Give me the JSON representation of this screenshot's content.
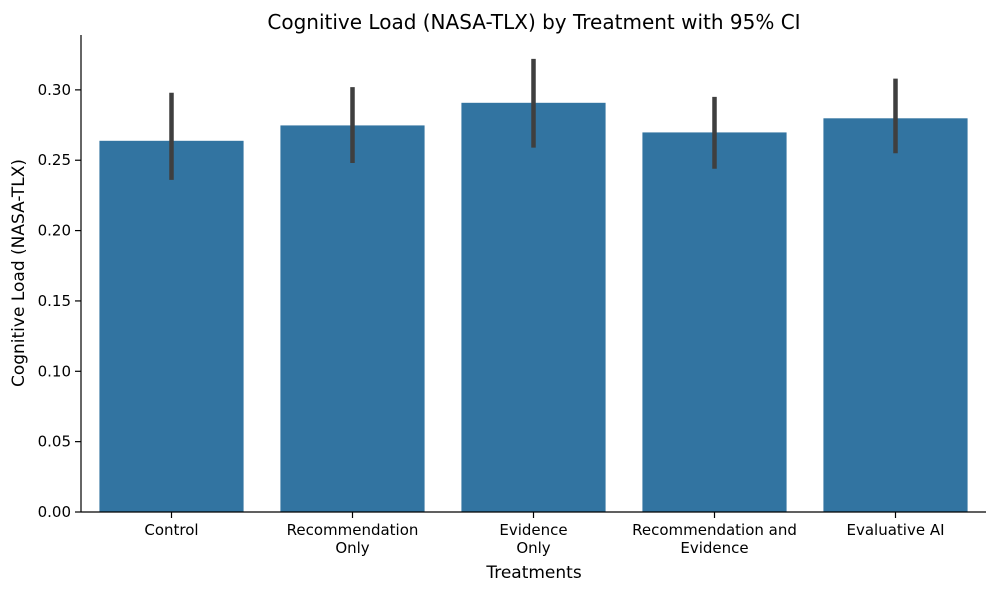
{
  "chart_data": {
    "type": "bar",
    "title": "Cognitive Load (NASA-TLX) by Treatment with 95% CI",
    "xlabel": "Treatments",
    "ylabel": "Cognitive Load (NASA-TLX)",
    "categories": [
      [
        "Control"
      ],
      [
        "Recommendation",
        "Only"
      ],
      [
        "Evidence",
        "Only"
      ],
      [
        "Recommendation and",
        "Evidence"
      ],
      [
        "Evaluative AI"
      ]
    ],
    "values": [
      0.264,
      0.275,
      0.291,
      0.27,
      0.28
    ],
    "ci_low": [
      0.236,
      0.248,
      0.259,
      0.244,
      0.255
    ],
    "ci_high": [
      0.298,
      0.302,
      0.322,
      0.295,
      0.308
    ],
    "ylim": [
      0,
      0.339
    ],
    "yticks": [
      0.0,
      0.05,
      0.1,
      0.15,
      0.2,
      0.25,
      0.3
    ],
    "ytick_labels": [
      "0.00",
      "0.05",
      "0.10",
      "0.15",
      "0.20",
      "0.25",
      "0.30"
    ],
    "grid": false,
    "colors": {
      "bar": "#3274a1",
      "error_bar": "#3f3f3f",
      "axis": "#000000"
    }
  }
}
